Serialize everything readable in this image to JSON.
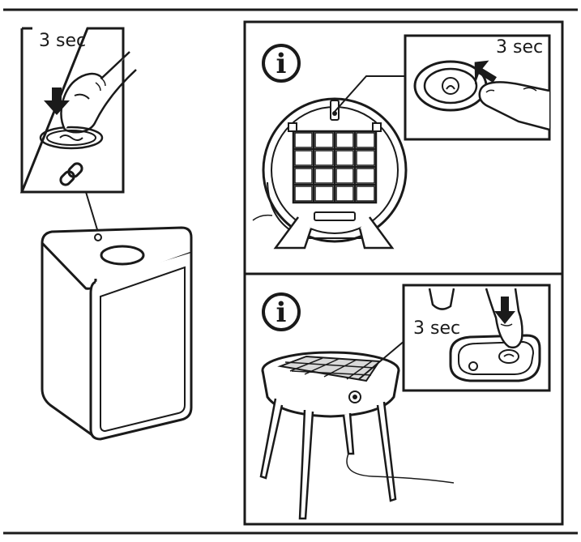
{
  "manual": {
    "left_callout": {
      "duration_label": "3 sec",
      "icons": [
        "press-arrow-icon",
        "link-icon"
      ]
    },
    "panel_top": {
      "duration_label": "3 sec",
      "info_symbol": "i",
      "icons": [
        "info-icon",
        "push-arrow-icon"
      ]
    },
    "panel_bottom": {
      "duration_label": "3 sec",
      "info_symbol": "i",
      "icons": [
        "info-icon",
        "press-arrow-icon"
      ]
    },
    "colors": {
      "line": "#1a1a1a",
      "background": "#ffffff",
      "filter_fill": "#d9d9d9"
    }
  }
}
